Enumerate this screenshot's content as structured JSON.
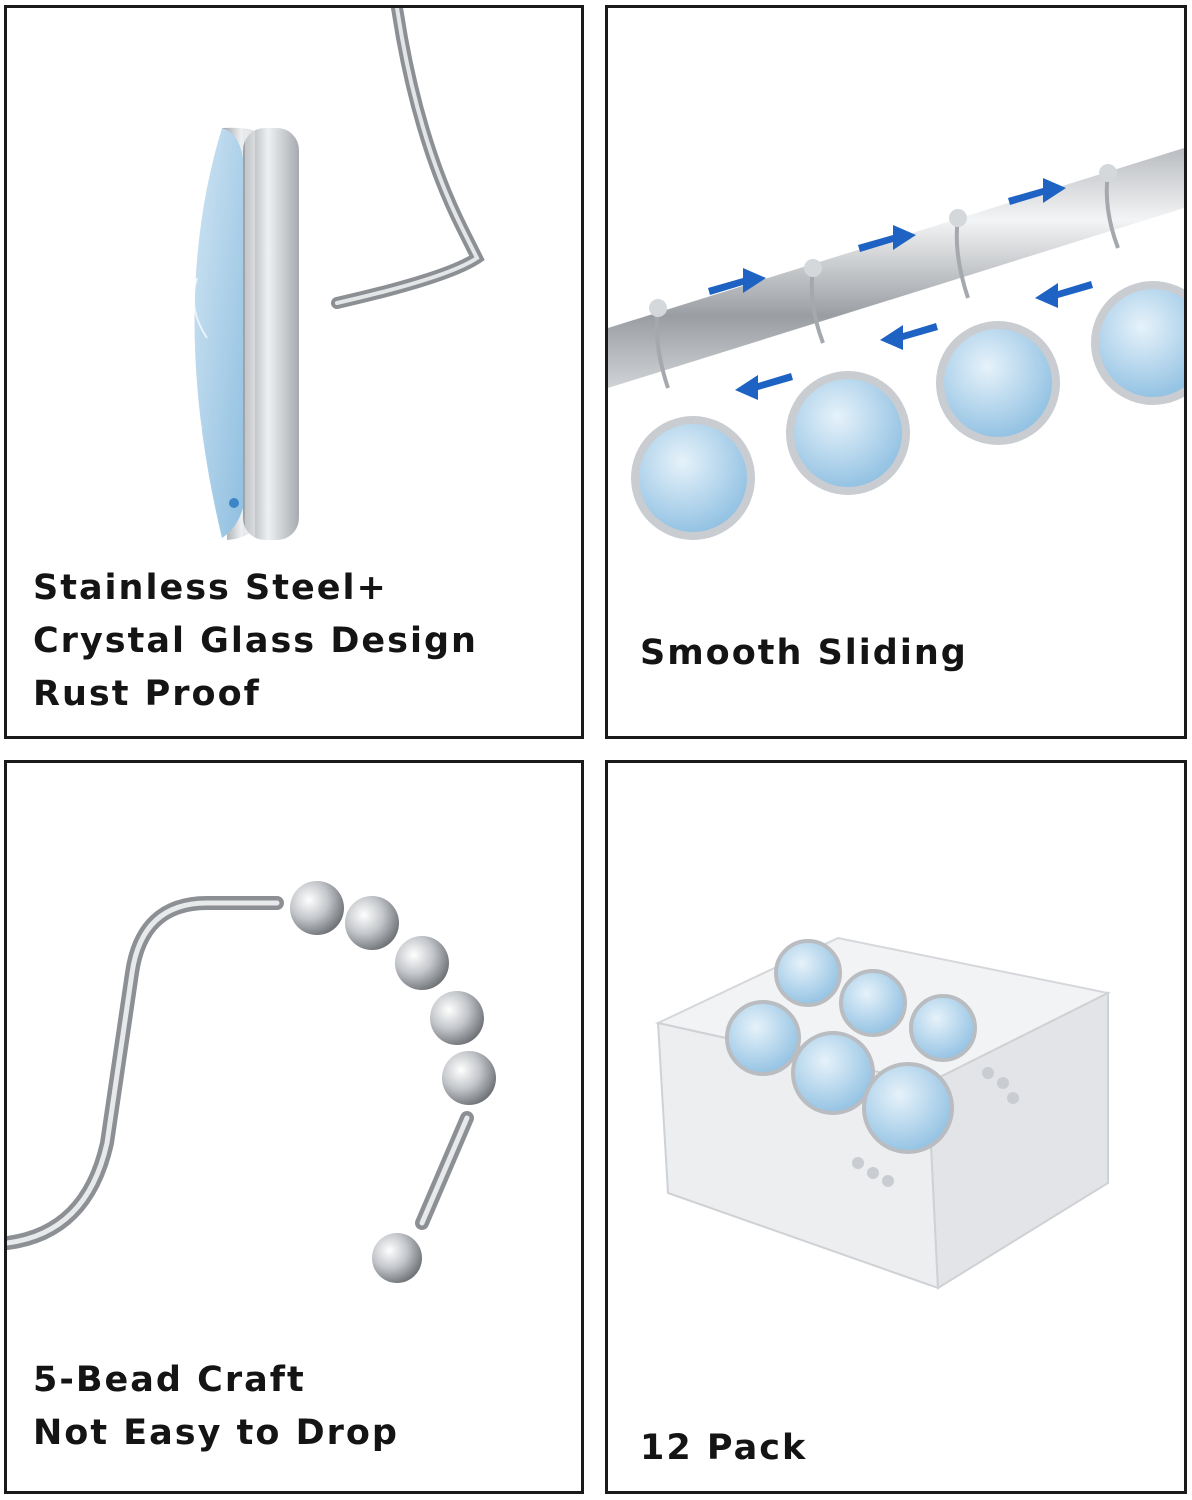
{
  "panels": [
    {
      "id": "material",
      "lines": [
        "Stainless Steel+",
        "Crystal Glass Design",
        "Rust Proof"
      ]
    },
    {
      "id": "sliding",
      "lines": [
        "Smooth Sliding"
      ]
    },
    {
      "id": "beads",
      "lines": [
        "5-Bead Craft",
        "Not Easy to Drop"
      ]
    },
    {
      "id": "pack",
      "lines": [
        "12 Pack"
      ]
    }
  ],
  "colors": {
    "border": "#1a1a1a",
    "text": "#141414",
    "arrow": "#1e63c4",
    "chrome": "#c9ccd0",
    "glass": "#a9cde6"
  },
  "icons": [
    "hook-closeup-illustration",
    "curtain-rod-illustration",
    "arrow-right-icon",
    "arrow-left-icon",
    "bead-hook-illustration",
    "packaging-box-illustration"
  ]
}
